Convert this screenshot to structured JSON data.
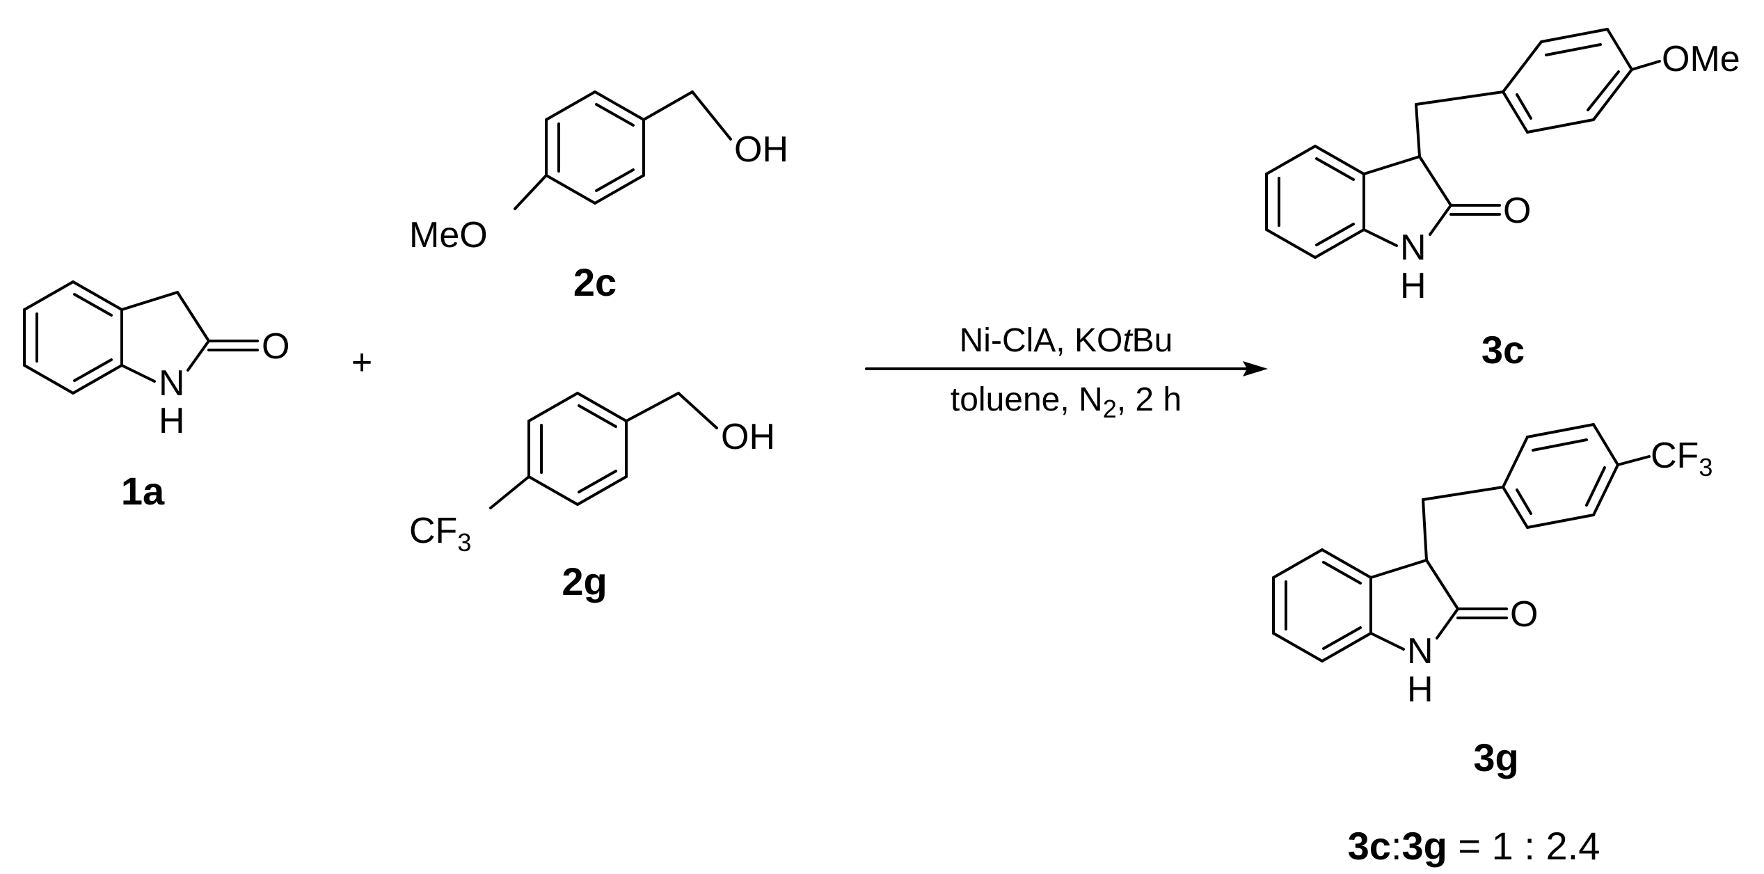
{
  "compounds": {
    "c1a": {
      "label": "1a",
      "nh_n": "N",
      "nh_h": "H",
      "oxygen": "O"
    },
    "c2c": {
      "label": "2c",
      "substituent": "MeO",
      "oh": "OH"
    },
    "c2g": {
      "label": "2g",
      "cf": "CF",
      "cf_sub": "3",
      "oh": "OH"
    },
    "c3c": {
      "label": "3c",
      "substituent": "OMe",
      "nh_n": "N",
      "nh_h": "H",
      "oxygen": "O"
    },
    "c3g": {
      "label": "3g",
      "cf": "CF",
      "cf_sub": "3",
      "nh_n": "N",
      "nh_h": "H",
      "oxygen": "O"
    }
  },
  "plus": "+",
  "conditions": {
    "line1_a": "Ni-ClA, KO",
    "line1_b": "t",
    "line1_c": "Bu",
    "line2_a": "toluene, N",
    "line2_sub": "2",
    "line2_b": ", 2 h"
  },
  "ratio": {
    "a": "3c",
    "colon": ":",
    "b": "3g",
    "rest": " = 1 : 2.4"
  }
}
